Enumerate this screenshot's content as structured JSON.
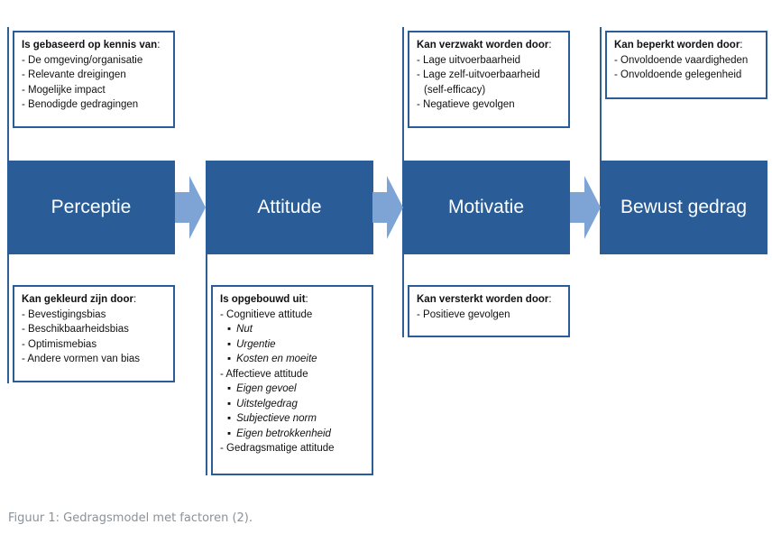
{
  "stages": [
    {
      "label": "Perceptie"
    },
    {
      "label": "Attitude"
    },
    {
      "label": "Motivatie"
    },
    {
      "label": "Bewust gedrag"
    }
  ],
  "boxes": {
    "perceptie_top": {
      "heading": "Is gebaseerd op kennis van",
      "items": [
        "- De omgeving/organisatie",
        "- Relevante dreigingen",
        "- Mogelijke impact",
        "- Benodigde gedragingen"
      ]
    },
    "perceptie_bottom": {
      "heading": "Kan gekleurd zijn door",
      "items": [
        "- Bevestigingsbias",
        "- Beschikbaarheidsbias",
        "- Optimismebias",
        "- Andere vormen van bias"
      ]
    },
    "attitude_bottom": {
      "heading": "Is opgebouwd uit",
      "items": [
        {
          "text": "- Cognitieve attitude",
          "type": "main"
        },
        {
          "text": "Nut",
          "type": "sub"
        },
        {
          "text": "Urgentie",
          "type": "sub"
        },
        {
          "text": "Kosten en moeite",
          "type": "sub"
        },
        {
          "text": "- Affectieve attitude",
          "type": "main"
        },
        {
          "text": "Eigen gevoel",
          "type": "sub"
        },
        {
          "text": "Uitstelgedrag",
          "type": "sub"
        },
        {
          "text": "Subjectieve norm",
          "type": "sub"
        },
        {
          "text": "Eigen betrokkenheid",
          "type": "sub"
        },
        {
          "text": "- Gedragsmatige attitude",
          "type": "main"
        }
      ]
    },
    "motivatie_top": {
      "heading": "Kan verzwakt worden door",
      "items": [
        "- Lage uitvoerbaarheid",
        "- Lage zelf-uitvoerbaarheid",
        "(self-efficacy)",
        "- Negatieve gevolgen"
      ]
    },
    "motivatie_bottom": {
      "heading": "Kan versterkt worden door",
      "items": [
        "- Positieve gevolgen"
      ]
    },
    "gedrag_top": {
      "heading": "Kan beperkt worden door",
      "items": [
        "- Onvoldoende vaardigheden",
        "- Onvoldoende gelegenheid"
      ]
    }
  },
  "caption": "Figuur 1: Gedragsmodel met factoren (2).",
  "colors": {
    "stage_fill": "#2a5d97",
    "arrow_fill": "#7ea4d6",
    "caption": "#8a9299"
  }
}
